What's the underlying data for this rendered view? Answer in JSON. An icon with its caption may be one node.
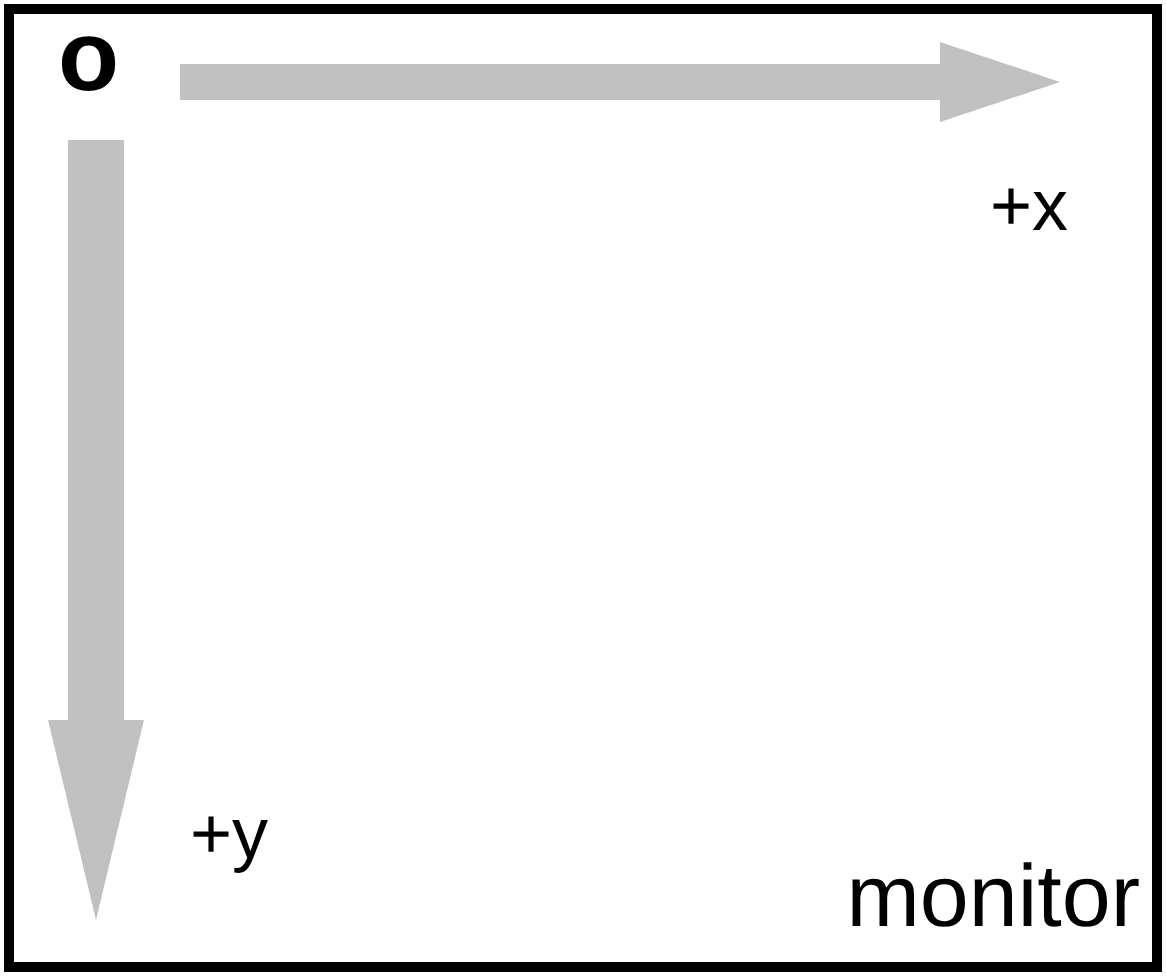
{
  "diagram": {
    "nodes": [
      {
        "text": [
          "monitor"
        ]
      }
    ],
    "labels": [
      "o",
      "+x",
      "+y"
    ]
  }
}
